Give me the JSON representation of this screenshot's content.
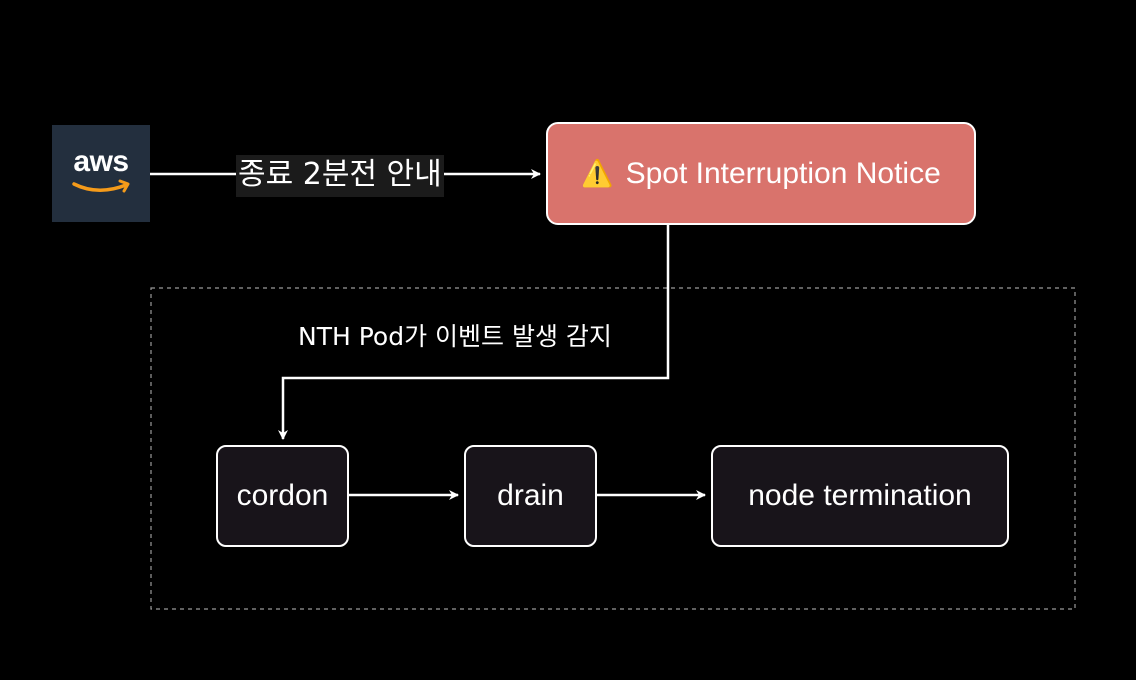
{
  "aws": {
    "logo_text": "aws"
  },
  "edges": {
    "aws_to_notice": "종료 2분전 안내",
    "notice_to_cordon": "NTH Pod가 이벤트 발생 감지"
  },
  "nodes": {
    "notice": {
      "icon": "⚠️",
      "label": "Spot Interruption Notice"
    },
    "cordon": "cordon",
    "drain": "drain",
    "termination": "node termination"
  },
  "colors": {
    "background": "#000000",
    "notice_fill": "#d9736c",
    "aws_bg": "#232f3e",
    "smile": "#f59b1a"
  }
}
